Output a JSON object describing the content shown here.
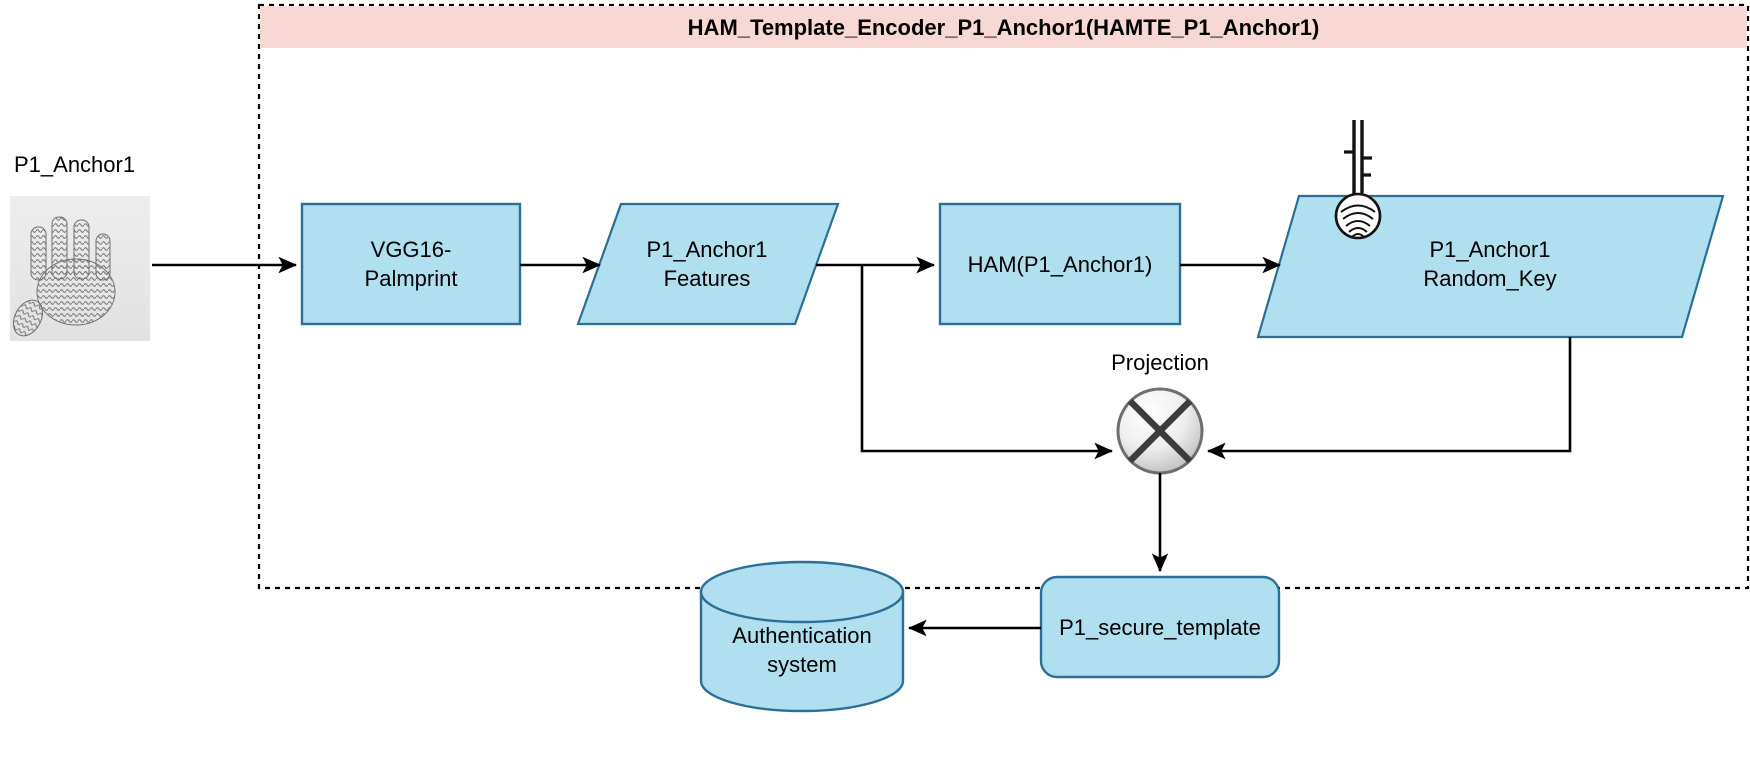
{
  "diagram": {
    "title": "HAM_Template_Encoder_P1_Anchor1(HAMTE_P1_Anchor1)",
    "colors": {
      "container_fill": "#f8d8d4",
      "container_border": "#000000",
      "node_fill": "#b0dff0",
      "node_border": "#2a6f97",
      "circle_fill_light": "#fafafa",
      "circle_fill_dark": "#c9c9c9",
      "circle_border": "#7a7a7a",
      "edge": "#000000",
      "text": "#000000"
    },
    "input": {
      "label": "P1_Anchor1",
      "image_alt": "palmprint-image"
    },
    "container": {
      "label": "HAM_Template_Encoder_P1_Anchor1(HAMTE_P1_Anchor1)",
      "style": "dashed"
    },
    "nodes": [
      {
        "id": "vgg16",
        "shape": "rect",
        "text": "VGG16-\nPalmprint",
        "line1": "VGG16-",
        "line2": "Palmprint"
      },
      {
        "id": "features",
        "shape": "parallelogram",
        "text": "P1_Anchor1\nFeatures",
        "line1": "P1_Anchor1",
        "line2": "Features"
      },
      {
        "id": "ham",
        "shape": "rect",
        "text": "HAM(P1_Anchor1)",
        "line1": "HAM(P1_Anchor1)",
        "line2": ""
      },
      {
        "id": "random_key",
        "shape": "parallelogram",
        "text": "P1_Anchor1\nRandom_Key",
        "line1": "P1_Anchor1",
        "line2": "Random_Key"
      },
      {
        "id": "projection",
        "shape": "x-circle",
        "text": "Projection"
      },
      {
        "id": "secure_tpl",
        "shape": "rounded-rect",
        "text": "P1_secure_template"
      },
      {
        "id": "auth_system",
        "shape": "cylinder",
        "text": "Authentication\nsystem",
        "line1": "Authentication",
        "line2": "system"
      }
    ],
    "icons": [
      {
        "id": "key_fingerprint",
        "name": "key-fingerprint-icon"
      }
    ],
    "labels": {
      "projection": "Projection"
    },
    "edges": [
      {
        "from": "input",
        "to": "vgg16"
      },
      {
        "from": "vgg16",
        "to": "features"
      },
      {
        "from": "features",
        "to": "ham"
      },
      {
        "from": "features",
        "to": "projection"
      },
      {
        "from": "ham",
        "to": "random_key"
      },
      {
        "from": "random_key",
        "to": "projection"
      },
      {
        "from": "projection",
        "to": "secure_tpl"
      },
      {
        "from": "secure_tpl",
        "to": "auth_system"
      }
    ]
  }
}
